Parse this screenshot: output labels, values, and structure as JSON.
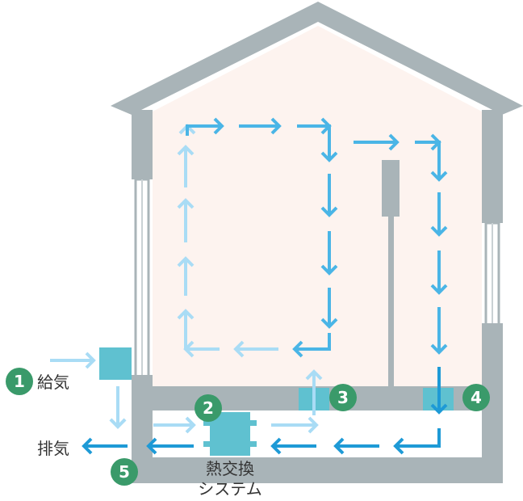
{
  "labels": {
    "supply_air": "給気",
    "exhaust_air": "排気",
    "system_line1": "熱交換",
    "system_line2": "システム"
  },
  "markers": [
    "1",
    "2",
    "3",
    "4",
    "5"
  ],
  "colors": {
    "wall": "#a9b4b8",
    "interior": "#fdf3ef",
    "duct": "#ffffff",
    "arrow_dark": "#1e9ad6",
    "arrow_mid": "#4ab5e6",
    "arrow_light": "#a9dcf5",
    "unit": "#5fc1d0",
    "marker": "#3a9a6a"
  },
  "icons": [
    "arrow-right-icon",
    "arrow-down-icon",
    "arrow-left-icon",
    "arrow-up-icon"
  ]
}
